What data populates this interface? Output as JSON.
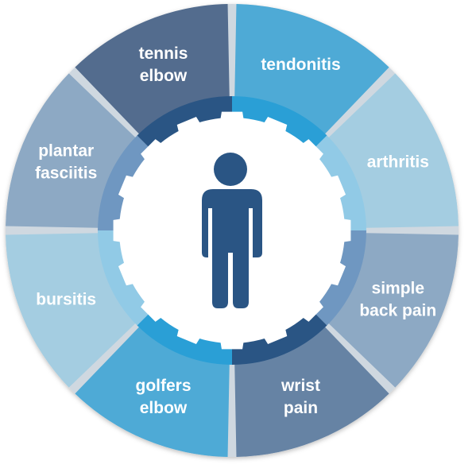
{
  "segments": [
    {
      "id": "tendonitis",
      "lines": [
        "tendonitis"
      ],
      "outer_color": "#4eaad6",
      "inner_color": "#2a9fd6"
    },
    {
      "id": "arthritis",
      "lines": [
        "arthritis"
      ],
      "outer_color": "#a4cde1",
      "inner_color": "#91cae6"
    },
    {
      "id": "simple-back-pain",
      "lines": [
        "simple",
        "back pain"
      ],
      "outer_color": "#8da9c4",
      "inner_color": "#6f97c1"
    },
    {
      "id": "wrist-pain",
      "lines": [
        "wrist",
        "pain"
      ],
      "outer_color": "#6683a4",
      "inner_color": "#2a5584"
    },
    {
      "id": "golfers-elbow",
      "lines": [
        "golfers",
        "elbow"
      ],
      "outer_color": "#4eaad6",
      "inner_color": "#2a9fd6"
    },
    {
      "id": "bursitis",
      "lines": [
        "bursitis"
      ],
      "outer_color": "#a4cde1",
      "inner_color": "#91cae6"
    },
    {
      "id": "plantar-fasciitis",
      "lines": [
        "plantar",
        "fasciitis"
      ],
      "outer_color": "#8da9c4",
      "inner_color": "#6f97c1"
    },
    {
      "id": "tennis-elbow",
      "lines": [
        "tennis",
        "elbow"
      ],
      "outer_color": "#536c8e",
      "inner_color": "#2a5584"
    }
  ],
  "center": {
    "figure_icon": "person-icon",
    "figure_color": "#2a5584",
    "background": "#ffffff"
  }
}
